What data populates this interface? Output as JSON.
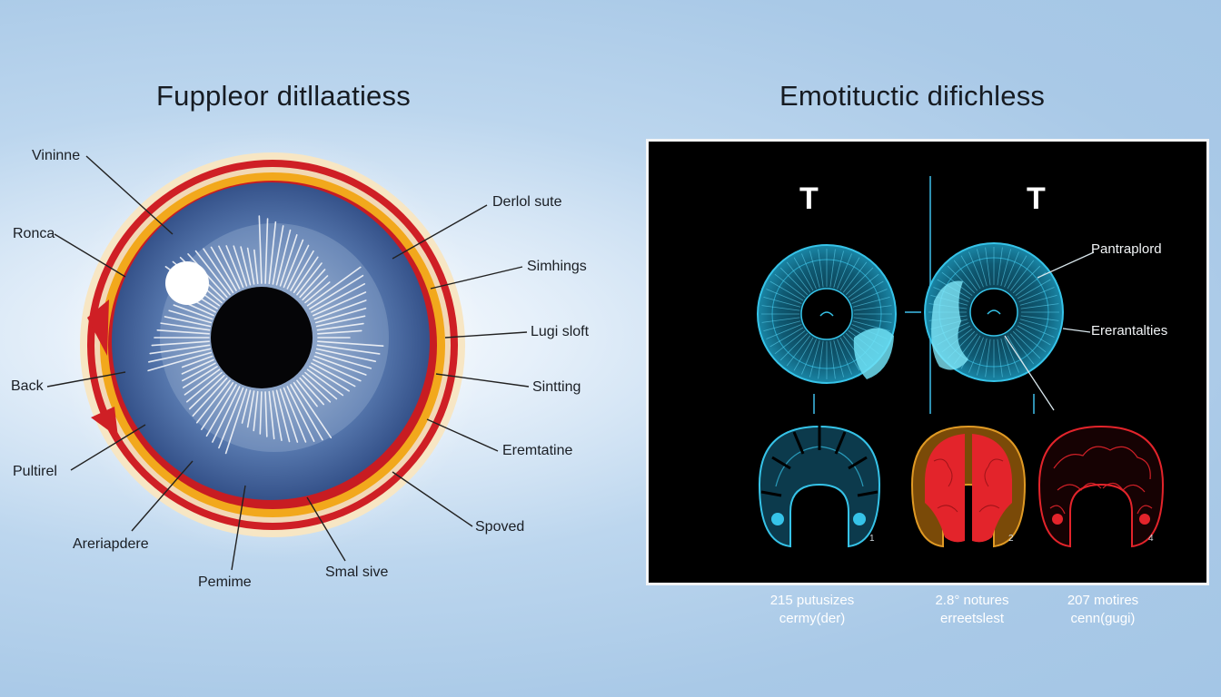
{
  "left_title": "Fuppleor ditllaatiess",
  "right_title": "Emotituctic difichless",
  "eye_labels": {
    "vininne": "Vininne",
    "ronca": "Ronca",
    "back": "Back",
    "pultirel": "Pultirel",
    "areriapdere": "Areriapdere",
    "pemime": "Pemime",
    "smal_sive": "Smal sive",
    "spoved": "Spoved",
    "eremtatine": "Eremtatine",
    "sintting": "Sintting",
    "lugi_sloft": "Lugi sloft",
    "simhings": "Simhings",
    "derlol_sute": "Derlol sute"
  },
  "panel": {
    "t_left": "T",
    "t_right": "T",
    "label_upper": "Pantraplord",
    "label_lower": "Ererantalties",
    "numbers": [
      "1",
      "2",
      "4"
    ]
  },
  "captions": [
    {
      "line1": "215 putusizes",
      "line2": "cermy(der)"
    },
    {
      "line1": "2.8° notures",
      "line2": "erreetslest"
    },
    {
      "line1": "207 motires",
      "line2": "cenn(gugi)"
    }
  ],
  "colors": {
    "background": "#a9c9e7",
    "iris": "#4d6fa6",
    "outer_ring": "#cf1f25",
    "inner_ring": "#f2a81c",
    "panel_bg": "#000000",
    "scan_cyan": "#36c3e8",
    "scan_red": "#e3242b",
    "scan_orange": "#d68a1c"
  }
}
